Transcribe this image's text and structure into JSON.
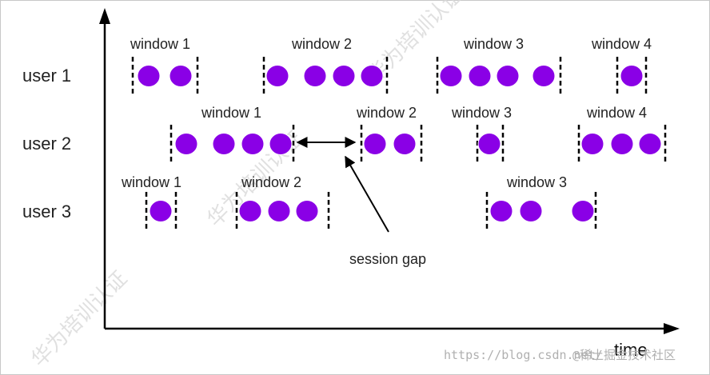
{
  "users": [
    {
      "label": "user 1",
      "windows": [
        {
          "label": "window 1",
          "dots": 2
        },
        {
          "label": "window 2",
          "dots": 4
        },
        {
          "label": "window 3",
          "dots": 4
        },
        {
          "label": "window 4",
          "dots": 1
        }
      ]
    },
    {
      "label": "user 2",
      "windows": [
        {
          "label": "window 1",
          "dots": 4
        },
        {
          "label": "window 2",
          "dots": 2
        },
        {
          "label": "window 3",
          "dots": 1
        },
        {
          "label": "window 4",
          "dots": 3
        }
      ]
    },
    {
      "label": "user 3",
      "windows": [
        {
          "label": "window 1",
          "dots": 1
        },
        {
          "label": "window 2",
          "dots": 3
        },
        {
          "label": "window 3",
          "dots": 3
        }
      ]
    }
  ],
  "annotation": {
    "session_gap": "session gap"
  },
  "axis": {
    "x_label": "time"
  },
  "watermark": {
    "diagonal_text": "华为培训认证",
    "url": "https://blog.csdn.net/",
    "community": "@稀土掘金技术社区"
  },
  "colors": {
    "dot": "#8a00e6",
    "axis": "#000000",
    "frame": "#c8c8c8"
  }
}
